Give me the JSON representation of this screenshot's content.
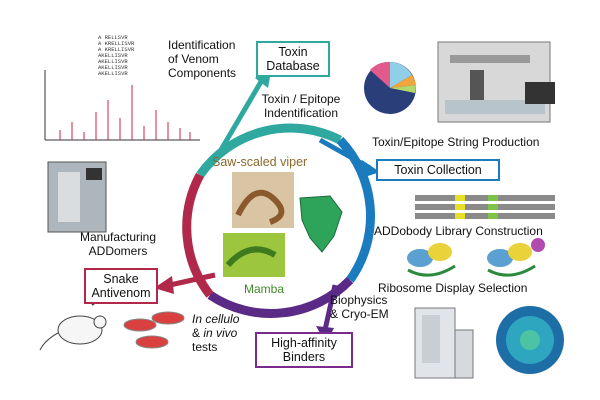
{
  "colors": {
    "teal": "#2fa8a0",
    "blue": "#1a7bbf",
    "purple": "#7b2b8e",
    "crimson": "#b0284a",
    "ring_dark_purple": "#5b2a86"
  },
  "labels": {
    "identification": [
      "Identification",
      "of Venom",
      "Components"
    ],
    "toxin_database": [
      "Toxin",
      "Database"
    ],
    "toxin_epitope_identification": [
      "Toxin / Epitope",
      "Indentification"
    ],
    "toxin_epitope_string_production": "Toxin/Epitope String Production",
    "toxin_collection": "Toxin Collection",
    "addobody_library": "ADDobody Library Construction",
    "ribosome_display": "Ribosome Display Selection",
    "biophysics": [
      "Biophysics",
      "& Cryo-EM"
    ],
    "high_affinity": [
      "High-affinity",
      "Binders"
    ],
    "in_cellulo_part1": "In cellulo",
    "in_cellulo_part2_and": "& ",
    "in_cellulo_part2_invivo": "in vivo",
    "in_cellulo_part3": "tests",
    "snake_antivenom": [
      "Snake",
      "Antivenom"
    ],
    "manufacturing": [
      "Manufacturing",
      "ADDomers"
    ],
    "saw_scaled_viper": "Saw-scaled viper",
    "mamba": "Mamba"
  },
  "sequence_lines": [
    "A RELLSVR",
    "A KRELLISVR",
    "A KRELLISVR",
    "AKELLISVR",
    "AKELLISVR",
    "AKELLISVR",
    "AKELLISVR"
  ],
  "icons": {
    "mass_spectrum": "mass-spectrum-icon",
    "pie_chart": "pie-chart-icon",
    "robot": "liquid-handler-icon",
    "bioreactor": "bioreactor-icon",
    "mouse": "mouse-icon",
    "petri": "petri-dish-icon",
    "microscope": "cryo-em-microscope-icon",
    "virus": "addomer-particle-icon",
    "africa": "africa-map-icon"
  }
}
